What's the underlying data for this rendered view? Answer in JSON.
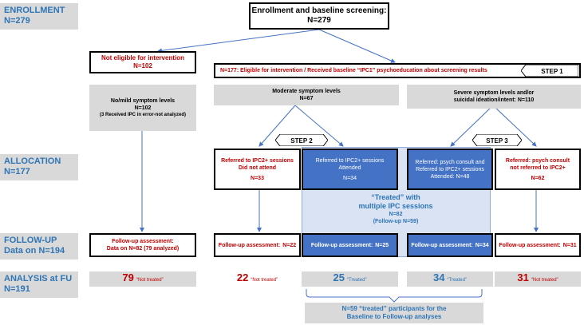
{
  "sidebar": {
    "enrollment": {
      "title": "ENROLLMENT",
      "n": "N=279"
    },
    "allocation": {
      "title": "ALLOCATION",
      "n": "N=177"
    },
    "followup": {
      "title": "FOLLOW-UP",
      "n": "Data on N=194"
    },
    "analysis": {
      "title": "ANALYSIS at FU",
      "n": "N=191"
    }
  },
  "top": {
    "line1": "Enrollment and baseline screening:",
    "line2": "N=279"
  },
  "not_eligible": {
    "line1": "Not eligible for intervention",
    "line2": "N=102"
  },
  "eligible": {
    "text": "N=177: Eligible for intervention / Received baseline “IPC1” psychoeducation about screening results"
  },
  "steps": {
    "step1": "STEP 1",
    "step2": "STEP 2",
    "step3": "STEP 3"
  },
  "levels": {
    "mild": {
      "line1": "No/mild symptom levels",
      "line2": "N=102",
      "note": "(3 Received IPC in error-not analyzed)"
    },
    "moderate": {
      "line1": "Moderate symptom levels",
      "line2": "N=67"
    },
    "severe": {
      "line1": "Severe symptom levels and/or",
      "line2": "suicidal ideation/intent: N=110"
    }
  },
  "allocation": {
    "a1": {
      "line1": "Referred to IPC2+ sessions",
      "line2": "Did not attend",
      "line3": "N=33"
    },
    "a2": {
      "line1": "Referred to IPC2+ sessions",
      "line2": "Attended",
      "line3": "N=34"
    },
    "a3": {
      "line1": "Referred: psych consult and",
      "line2": "Referred to IPC2+ sessions",
      "line3": "Attended:  N=48"
    },
    "a4": {
      "line1": "Referred: psych consult",
      "line2": "not referred to IPC2+",
      "line3": "N=62"
    }
  },
  "treated_group": {
    "line1": "“Treated” with",
    "line2": "multiple IPC sessions",
    "line3": "N=82",
    "line4": "(Follow-up N=59)"
  },
  "followup": {
    "f0": {
      "line1": "Follow-up assessment:",
      "line2": "Data on N=82 (79 analyzed)"
    },
    "f1": {
      "label": "Follow-up assessment:",
      "n": "N=22"
    },
    "f2": {
      "label": "Follow-up assessment:",
      "n": "N=25"
    },
    "f3": {
      "label": "Follow-up assessment:",
      "n": "N=34"
    },
    "f4": {
      "label": "Follow-up assessment:",
      "n": "N=31"
    }
  },
  "analysis": [
    {
      "num": "79",
      "label": "“Not treated”",
      "status": "not-treated"
    },
    {
      "num": "22",
      "label": "“Not treated”",
      "status": "not-treated"
    },
    {
      "num": "25",
      "label": "“Treated”",
      "status": "treated"
    },
    {
      "num": "34",
      "label": "“Treated”",
      "status": "treated"
    },
    {
      "num": "31",
      "label": "“Not treated”",
      "status": "not-treated"
    }
  ],
  "summary": {
    "line1": "N=59 “treated” participants for the",
    "line2": "Baseline to Follow-up analyses"
  },
  "colors": {
    "accent_blue": "#2e75b6",
    "box_blue": "#4472c4",
    "red": "#c00000",
    "grey": "#d9d9d9",
    "light_blue": "#dae3f3"
  }
}
